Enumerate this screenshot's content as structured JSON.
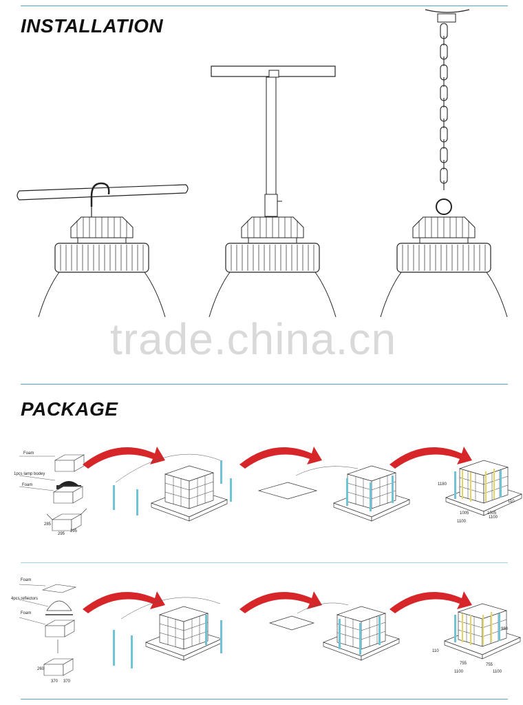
{
  "installation": {
    "title": "INSTALLATION",
    "watermark": "trade.china.cn",
    "mounts": [
      "hook-mount",
      "pendant-pipe-mount",
      "chain-mount"
    ]
  },
  "package": {
    "title": "PACKAGE",
    "row1": {
      "foam_top": "Foam",
      "lamp_body": "1pcs lamp bodey",
      "foam_bottom": "Foam",
      "box_h": "285",
      "box_w1": "295",
      "box_w2": "295",
      "pallet_h": "1180",
      "pallet_w1": "1005",
      "pallet_w2": "1005",
      "pallet_l1": "1100",
      "pallet_l2": "1100",
      "pallet_base": "110"
    },
    "row2": {
      "foam_top": "Foam",
      "reflectors": "4pcs reflectors",
      "foam_bottom": "Foam",
      "box_h": "260",
      "box_w1": "370",
      "box_w2": "370",
      "pallet_h": "980",
      "pallet_w1": "755",
      "pallet_w2": "755",
      "pallet_l1": "1100",
      "pallet_l2": "1100",
      "pallet_base": "110"
    },
    "colors": {
      "arrow": "#d6262a",
      "edge_protector": "#6fc3d4",
      "strap": "#e8d35c",
      "rule": "#4aa8c0"
    }
  }
}
